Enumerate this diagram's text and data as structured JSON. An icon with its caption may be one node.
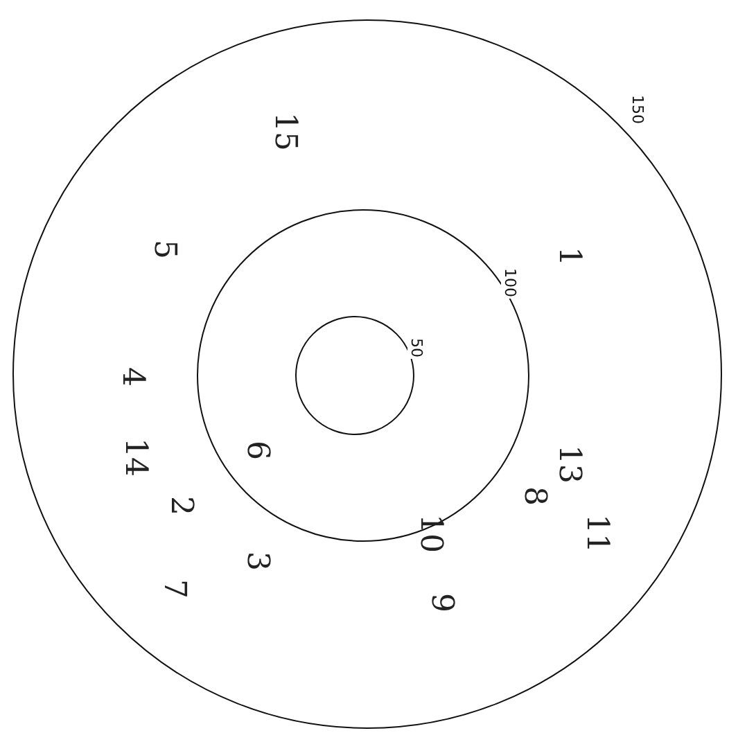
{
  "diagram": {
    "nodes": [
      {
        "text": [
          "150"
        ]
      },
      {
        "text": [
          "100"
        ],
        "in": 0
      },
      {
        "text": [
          "50"
        ],
        "in": 1
      }
    ],
    "labels": [
      "15",
      "5",
      "1",
      "4",
      "6",
      "14",
      "13",
      "8",
      "2",
      "11",
      "10",
      "3",
      "7",
      "9"
    ]
  }
}
